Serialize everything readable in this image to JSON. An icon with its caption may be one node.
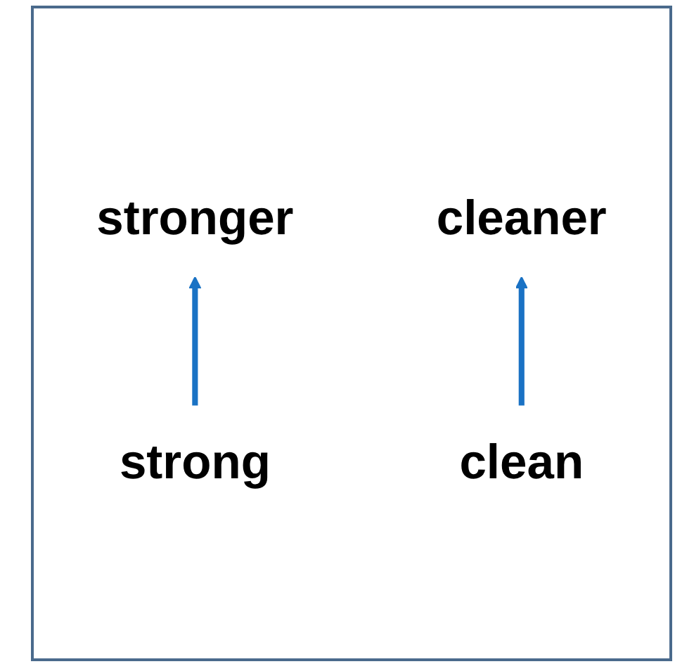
{
  "diagram": {
    "nodes": [
      {
        "text": [
          "stronger"
        ]
      },
      {
        "text": [
          "cleaner"
        ]
      },
      {
        "text": [
          "strong"
        ]
      },
      {
        "text": [
          "clean"
        ]
      }
    ],
    "edges": [
      {
        "from": 2,
        "to": 0,
        "arrow": "to"
      },
      {
        "from": 3,
        "to": 1,
        "arrow": "to"
      }
    ]
  }
}
